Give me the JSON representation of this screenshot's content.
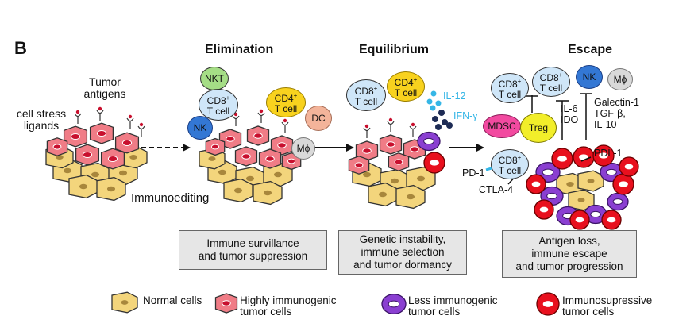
{
  "panel_label": "B",
  "phases": {
    "elimination": "Elimination",
    "equilibrium": "Equilibrium",
    "escape": "Escape"
  },
  "left": {
    "tumor_antigens_1": "Tumor",
    "tumor_antigens_2": "antigens",
    "cell_stress_1": "cell stress",
    "cell_stress_2": "ligands",
    "immunoediting": "Immunoediting"
  },
  "cells": {
    "nkt": "NKT",
    "cd8_line1": "CD8",
    "cd4_line1": "CD4",
    "sup_plus": "+",
    "tcell": "T cell",
    "nk": "NK",
    "dc": "DC",
    "mphi": "Mϕ",
    "mdsc": "MDSC",
    "treg": "Treg"
  },
  "cytokines": {
    "il12": "IL-12",
    "ifn": "IFN-γ",
    "il6": "IL-6",
    "ido": "IDO",
    "galectin": "Galectin-1",
    "tgf": "TGF-β,",
    "il10": "IL-10"
  },
  "checkpoints": {
    "pd1": "PD-1",
    "ctla4": "CTLA-4",
    "pdl1": "PDL-1"
  },
  "captions": {
    "elimination_1": "Immune survillance",
    "elimination_2": "and tumor suppression",
    "equilibrium_1": "Genetic instability,",
    "equilibrium_2": "immune selection",
    "equilibrium_3": "and tumor dormancy",
    "escape_1": "Antigen loss,",
    "escape_2": "immune escape",
    "escape_3": "and tumor progression"
  },
  "legend": {
    "normal": "Normal cells",
    "highly_1": "Highly immunogenic",
    "highly_2": "tumor cells",
    "less_1": "Less immunogenic",
    "less_2": "tumor cells",
    "immuno_1": "Immunosupressive",
    "immuno_2": "tumor cells"
  },
  "colors": {
    "normal_fill": "#f3d57c",
    "normal_nucleus": "#a8873c",
    "highly_fill": "#f07c86",
    "highly_nucleus": "#c8102e",
    "less_fill": "#8a3fd1",
    "less_nucleus": "#ffffff",
    "immuno_fill": "#e8101e",
    "nkt": "#a5dd86",
    "cd8": "#cfe6f8",
    "cd4": "#f8d21e",
    "nk": "#3377d4",
    "dc": "#f3b49a",
    "mphi": "#d9d9d9",
    "mdsc": "#f24aa0",
    "treg": "#f2ee2a",
    "cytokine_blue": "#35b6e6",
    "cytokine_dark": "#1d2b55"
  }
}
